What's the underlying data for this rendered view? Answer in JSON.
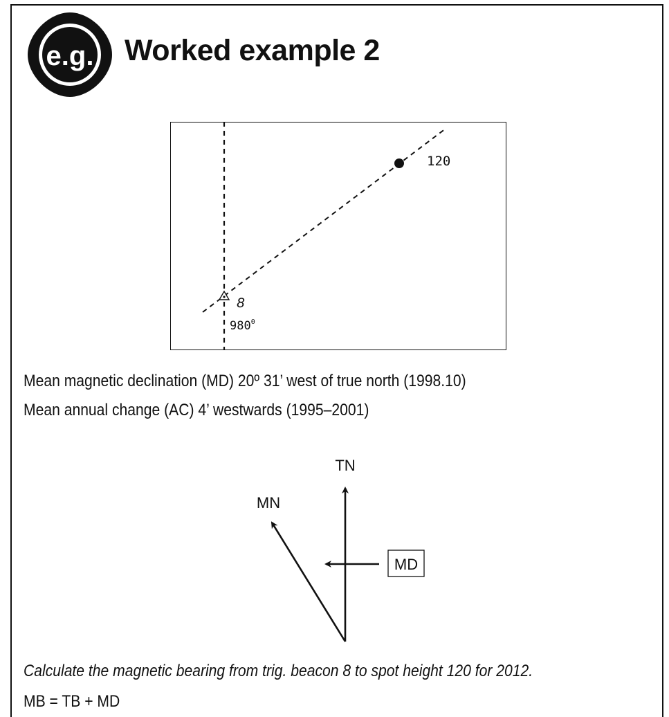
{
  "header": {
    "badge_text": "e.g.",
    "title": "Worked example 2"
  },
  "map": {
    "spot_height_label": "120",
    "trig_beacon_label": "8",
    "trig_height_label": "980",
    "trig_height_superscript": "0"
  },
  "info": {
    "declination_line": "Mean magnetic declination (MD) 20º 31’ west of true north (1998.10)",
    "annual_change_line": "Mean annual change (AC) 4’ westwards (1995–2001)"
  },
  "compass": {
    "true_north_label": "TN",
    "magnetic_north_label": "MN",
    "declination_box_label": "MD"
  },
  "question": {
    "text": "Calculate the magnetic bearing from trig. beacon 8 to spot height 120 for 2012.",
    "formula": "MB = TB + MD"
  }
}
